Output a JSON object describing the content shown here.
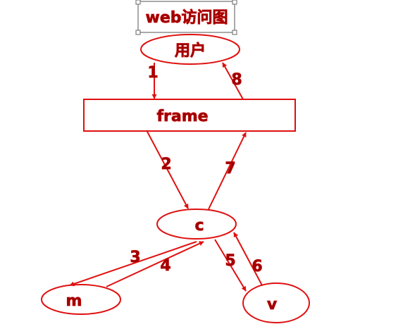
{
  "title": "web访问图",
  "colors": {
    "stroke": "#e01010",
    "text": "#a00000",
    "handle": "#777777"
  },
  "nodes": {
    "user": {
      "label": "用户"
    },
    "frame": {
      "label": "frame"
    },
    "c": {
      "label": "c"
    },
    "m": {
      "label": "m"
    },
    "v": {
      "label": "v"
    }
  },
  "edges": [
    {
      "id": "1",
      "label": "1",
      "from": "user",
      "to": "frame"
    },
    {
      "id": "2",
      "label": "2",
      "from": "frame",
      "to": "c"
    },
    {
      "id": "3",
      "label": "3",
      "from": "c",
      "to": "m"
    },
    {
      "id": "4",
      "label": "4",
      "from": "m",
      "to": "c"
    },
    {
      "id": "5",
      "label": "5",
      "from": "c",
      "to": "v"
    },
    {
      "id": "6",
      "label": "6",
      "from": "v",
      "to": "c"
    },
    {
      "id": "7",
      "label": "7",
      "from": "c",
      "to": "frame"
    },
    {
      "id": "8",
      "label": "8",
      "from": "frame",
      "to": "user"
    }
  ]
}
